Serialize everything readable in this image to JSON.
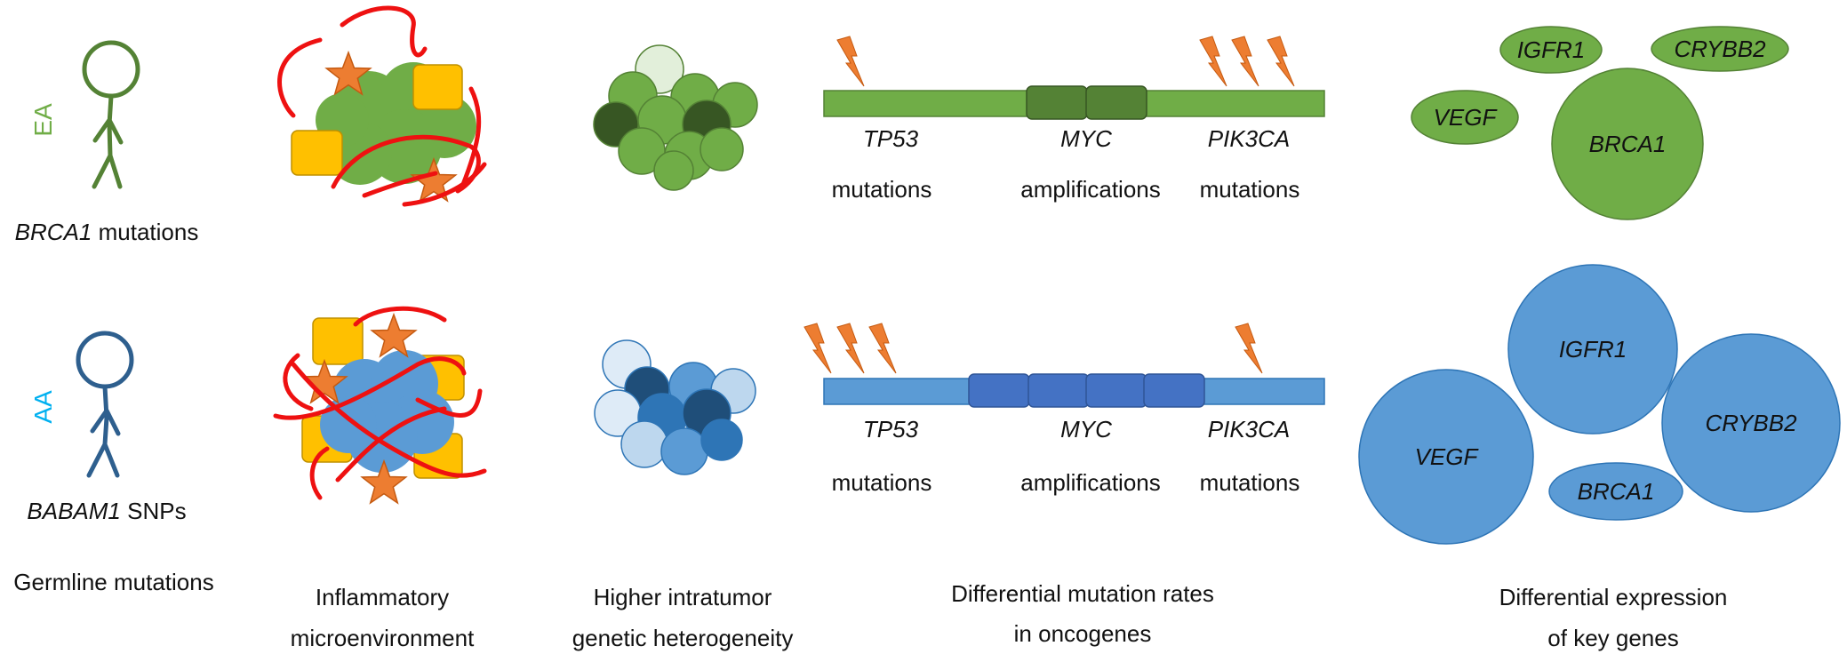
{
  "colors": {
    "ea": "#70ad47",
    "ea_dark": "#548235",
    "ea_darkest": "#375623",
    "ea_light": "#e2efda",
    "aa": "#5b9bd5",
    "aa_dark": "#1f4e79",
    "aa_mid": "#2e75b6",
    "aa_light": "#bdd7ee",
    "aa_segment": "#4472c4",
    "figure_ea": "#548235",
    "figure_aa": "#2e5f8e",
    "label_ea": "#70ad47",
    "label_aa": "#00b0f0",
    "bolt": "#ed7d31",
    "star": "#ed7d31",
    "square": "#ffc000",
    "strand": "#ee1111"
  },
  "icons": [
    "person-icon",
    "tumor-cluster-icon",
    "lightning-icon",
    "star-icon",
    "square-icon",
    "strand-icon",
    "chromosome-bar-icon",
    "expression-bubble-icon"
  ],
  "groups": {
    "ea": {
      "label": "EA",
      "germline_gene": "BRCA1",
      "germline_suffix": " mutations",
      "chromosome": {
        "genes": [
          "TP53",
          "MYC",
          "PIK3CA"
        ],
        "events": [
          "mutations",
          "amplifications",
          "mutations"
        ],
        "tp53_bolts": 1,
        "pik3ca_bolts": 3,
        "myc_segments": 2
      },
      "expression": [
        "IGFR1",
        "CRYBB2",
        "VEGF",
        "BRCA1"
      ]
    },
    "aa": {
      "label": "AA",
      "germline_gene": "BABAM1",
      "germline_suffix": " SNPs",
      "chromosome": {
        "genes": [
          "TP53",
          "MYC",
          "PIK3CA"
        ],
        "events": [
          "mutations",
          "amplifications",
          "mutations"
        ],
        "tp53_bolts": 3,
        "pik3ca_bolts": 1,
        "myc_segments": 4
      },
      "expression": [
        "IGFR1",
        "CRYBB2",
        "VEGF",
        "BRCA1"
      ]
    }
  },
  "captions": {
    "germline": "Germline mutations",
    "inflammatory": [
      "Inflammatory",
      "microenvironment"
    ],
    "heterogeneity": [
      "Higher intratumor",
      "genetic heterogeneity"
    ],
    "mutation_rates": [
      "Differential mutation rates",
      "in oncogenes"
    ],
    "expression": [
      "Differential expression",
      "of key genes"
    ]
  }
}
